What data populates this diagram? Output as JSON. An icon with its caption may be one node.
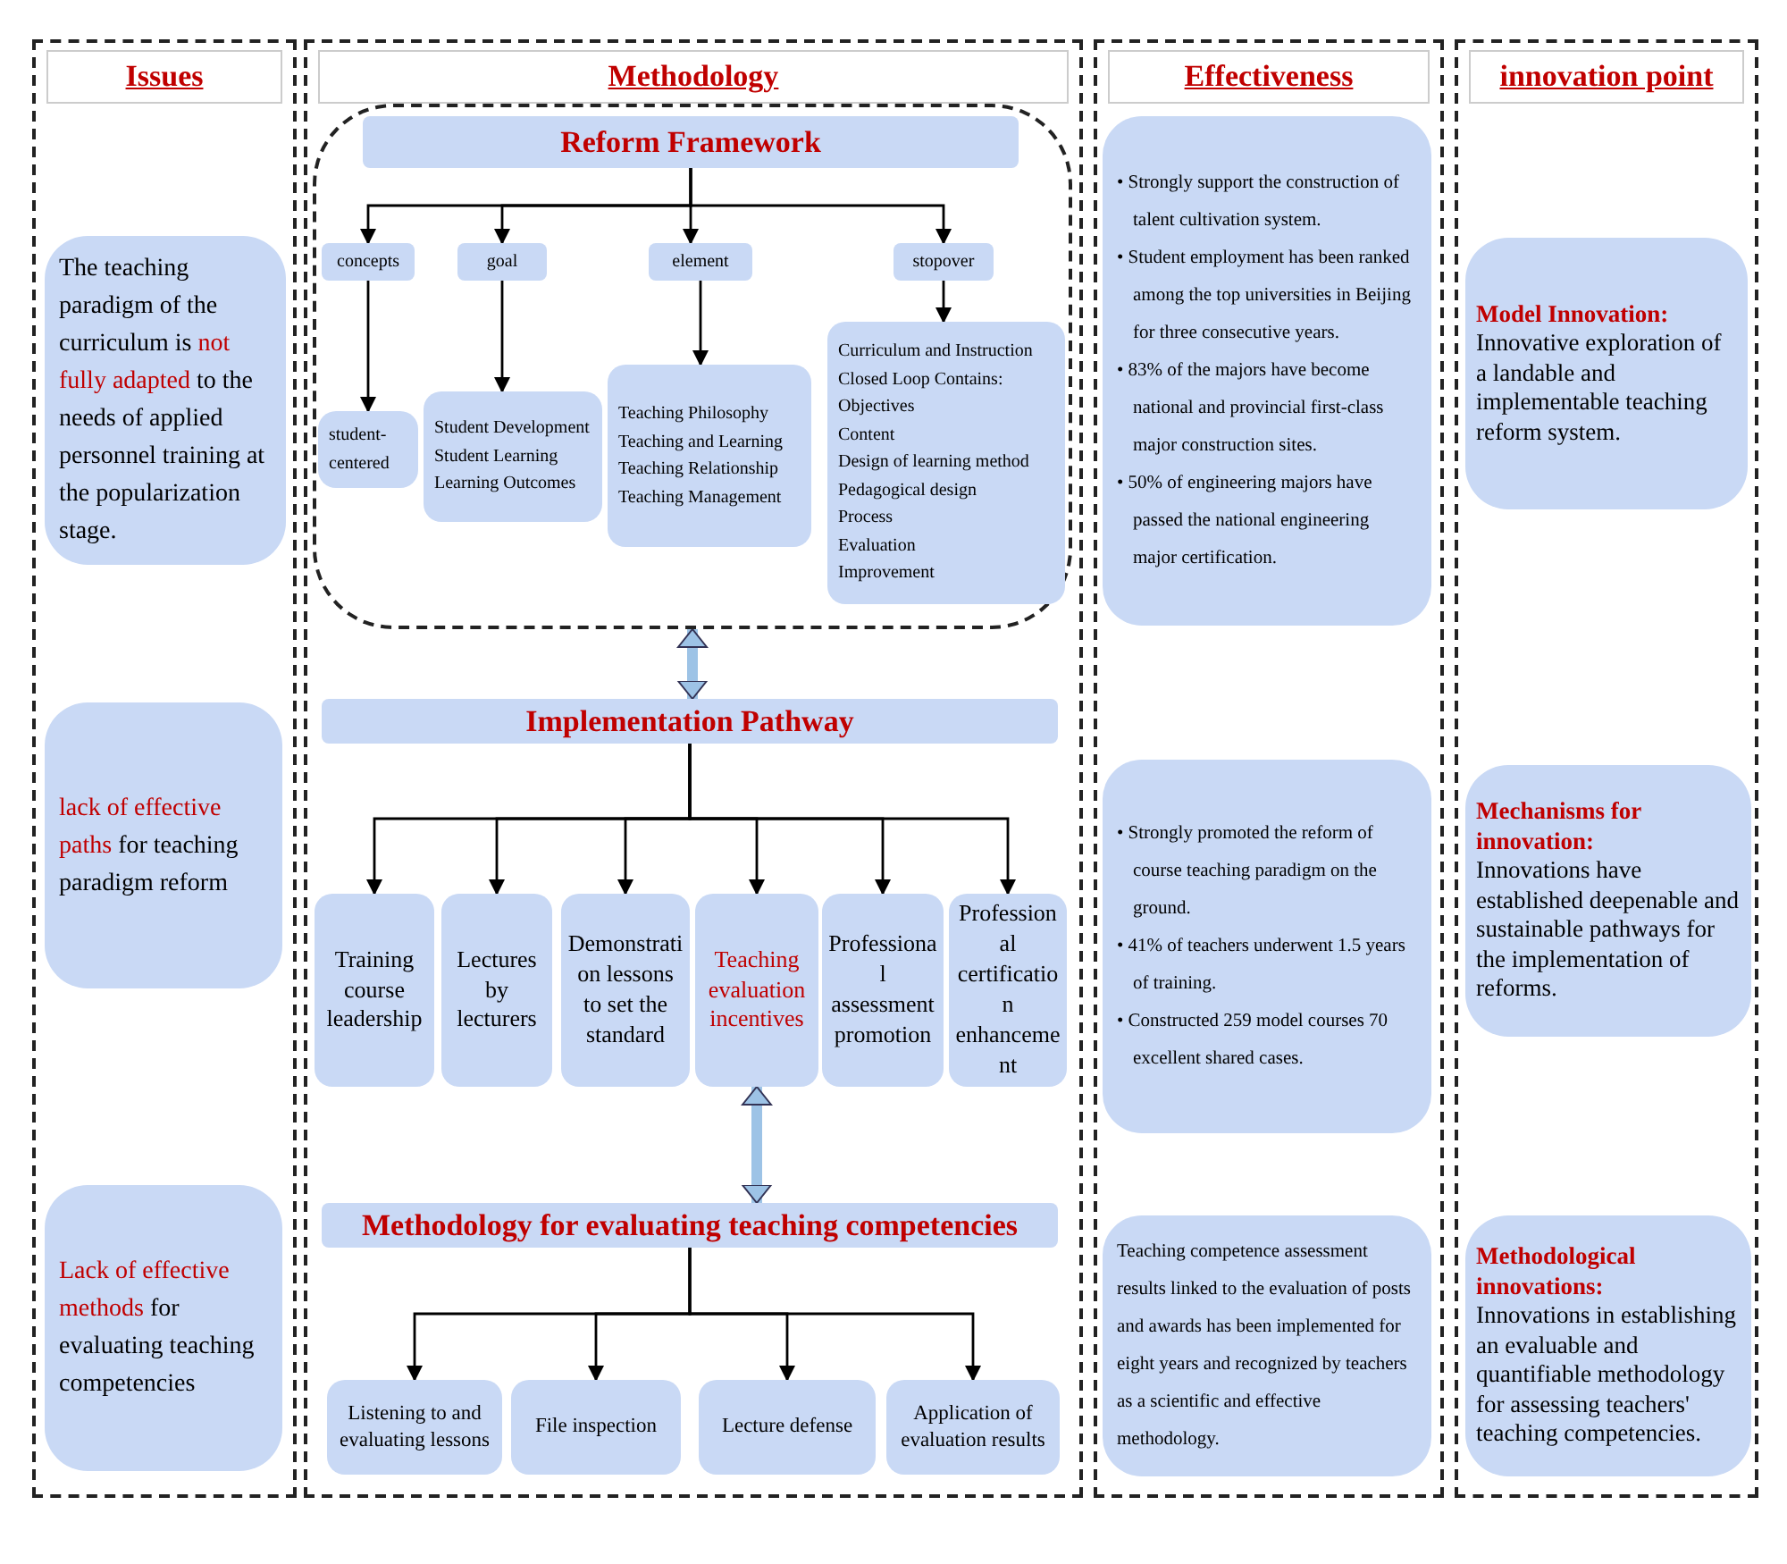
{
  "diagram": {
    "nodes": [
      {
        "text": [
          "Issues"
        ]
      },
      {
        "text": [
          "The teaching paradigm of the curriculum is **not fully adapted** to the needs of applied personnel training at the popularization stage."
        ],
        "in": 0
      },
      {
        "text": [
          "**lack of effective paths** for teaching paradigm reform"
        ],
        "in": 0
      },
      {
        "text": [
          "**Lack of effective methods** for evaluating teaching competencies"
        ],
        "in": 0
      },
      {
        "text": [
          "Methodology"
        ]
      },
      {
        "text": [],
        "shape": "box",
        "in": 4
      },
      {
        "text": [
          "Reform Framework"
        ],
        "in": 5
      },
      {
        "text": [
          "concepts"
        ],
        "in": 5
      },
      {
        "text": [
          "goal"
        ],
        "in": 5
      },
      {
        "text": [
          "element"
        ],
        "in": 5
      },
      {
        "text": [
          "stopover"
        ],
        "in": 5
      },
      {
        "text": [
          "student-centered"
        ],
        "in": 5
      },
      {
        "text": [
          "Student Development",
          "Student Learning",
          "Learning Outcomes"
        ],
        "in": 5
      },
      {
        "text": [
          "Teaching Philosophy",
          "Teaching and Learning",
          "Teaching Relationship",
          "Teaching Management"
        ],
        "in": 5
      },
      {
        "text": [
          "Curriculum and Instruction Closed Loop Contains:",
          "Objectives",
          "Content",
          "Design of learning method",
          "Pedagogical design",
          "Process",
          "Evaluation",
          "Improvement"
        ],
        "in": 5
      },
      {
        "text": [
          "Implementation Pathway"
        ],
        "in": 4
      },
      {
        "text": [
          "Training course leadership"
        ],
        "in": 4
      },
      {
        "text": [
          "Lectures by lecturers"
        ],
        "in": 4
      },
      {
        "text": [
          "Demonstration lessons to set the standard"
        ],
        "in": 4
      },
      {
        "text": [
          "Teaching evaluation incentives"
        ],
        "in": 4
      },
      {
        "text": [
          "Professional assessment promotion"
        ],
        "in": 4
      },
      {
        "text": [
          "Professional certification enhancement"
        ],
        "in": 4
      },
      {
        "text": [
          "Methodology for evaluating teaching competencies"
        ],
        "in": 4
      },
      {
        "text": [
          "Listening to and evaluating lessons"
        ],
        "in": 4
      },
      {
        "text": [
          "File inspection"
        ],
        "in": 4
      },
      {
        "text": [
          "Lecture defense"
        ],
        "in": 4
      },
      {
        "text": [
          "Application of evaluation results"
        ],
        "in": 4
      },
      {
        "text": [
          "Effectiveness"
        ]
      },
      {
        "text": [
          "• Strongly support the construction of talent cultivation system.",
          "• Student employment has been ranked among the top universities in Beijing for three consecutive years.",
          "• 83% of the majors have become national and provincial first-class major construction sites.",
          "• 50% of engineering majors have passed the national engineering major certification."
        ],
        "in": 27
      },
      {
        "text": [
          "• Strongly promoted the reform of course teaching paradigm on the ground.",
          "• 41% of teachers underwent 1.5 years of training.",
          "• Constructed 259 model courses 70 excellent shared cases."
        ],
        "in": 27
      },
      {
        "text": [
          "Teaching competence assessment results linked to the evaluation of posts and awards has been implemented for eight years and recognized by teachers as a scientific and effective methodology."
        ],
        "in": 27
      },
      {
        "text": [
          "innovation point"
        ]
      },
      {
        "text": [
          "Model Innovation:",
          "Innovative exploration of a landable and implementable teaching reform system."
        ],
        "in": 31
      },
      {
        "text": [
          "Mechanisms for innovation:",
          "Innovations have established deepenable and sustainable pathways for the implementation of reforms."
        ],
        "in": 31
      },
      {
        "text": [
          "Methodological innovations:",
          "Innovations in establishing an evaluable and quantifiable methodology for assessing teachers' teaching competencies."
        ],
        "in": 31
      }
    ],
    "edges": [
      {
        "from": 6,
        "to": 7,
        "arrow": "to"
      },
      {
        "from": 6,
        "to": 8,
        "arrow": "to"
      },
      {
        "from": 6,
        "to": 9,
        "arrow": "to"
      },
      {
        "from": 6,
        "to": 10,
        "arrow": "to"
      },
      {
        "from": 7,
        "to": 11,
        "arrow": "to"
      },
      {
        "from": 8,
        "to": 12,
        "arrow": "to"
      },
      {
        "from": 9,
        "to": 13,
        "arrow": "to"
      },
      {
        "from": 10,
        "to": 14,
        "arrow": "to"
      },
      {
        "from": 5,
        "to": 15,
        "arrow": "both",
        "style": "thick",
        "color": "#9dc3e6"
      },
      {
        "from": 15,
        "to": 16,
        "arrow": "to"
      },
      {
        "from": 15,
        "to": 17,
        "arrow": "to"
      },
      {
        "from": 15,
        "to": 18,
        "arrow": "to"
      },
      {
        "from": 15,
        "to": 19,
        "arrow": "to"
      },
      {
        "from": 15,
        "to": 20,
        "arrow": "to"
      },
      {
        "from": 15,
        "to": 21,
        "arrow": "to"
      },
      {
        "from": 19,
        "to": 22,
        "arrow": "both",
        "style": "thick",
        "color": "#9dc3e6"
      },
      {
        "from": 22,
        "to": 23,
        "arrow": "to"
      },
      {
        "from": 22,
        "to": 24,
        "arrow": "to"
      },
      {
        "from": 22,
        "to": 25,
        "arrow": "to"
      },
      {
        "from": 22,
        "to": 26,
        "arrow": "to"
      }
    ]
  }
}
